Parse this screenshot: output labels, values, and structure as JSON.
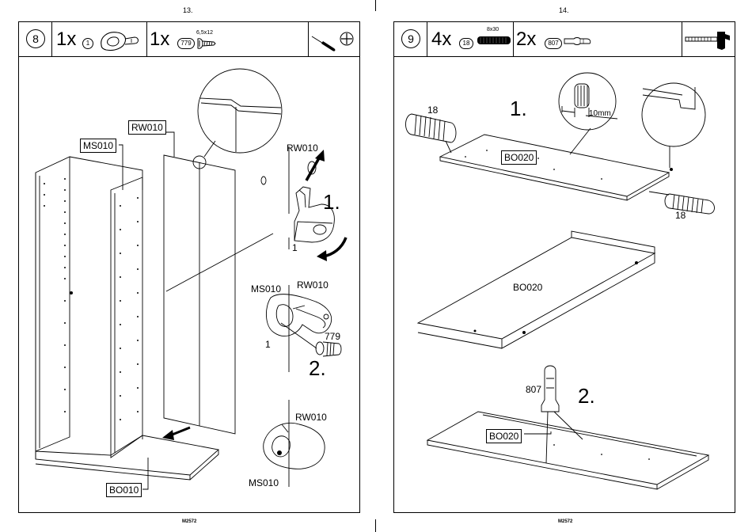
{
  "pages": [
    {
      "page_number": "13.",
      "footer": "M2572",
      "step": "8",
      "parts": [
        {
          "qty": "1x",
          "id": "1",
          "size": ""
        },
        {
          "qty": "1x",
          "id": "779",
          "size": "6,5x12"
        }
      ],
      "tools": [
        "screwdriver-icon",
        "crosshead-icon"
      ],
      "labels": {
        "rw010_box": "RW010",
        "ms010_box": "MS010",
        "bo010_box": "BO010",
        "rw010_top": "RW010",
        "step1": "1.",
        "part1_a": "1",
        "ms010_mid": "MS010",
        "rw010_mid": "RW010",
        "part1_b": "1",
        "part779": "779",
        "step2": "2.",
        "rw010_bot": "RW010",
        "ms010_bot": "MS010"
      }
    },
    {
      "page_number": "14.",
      "footer": "M2572",
      "step": "9",
      "parts": [
        {
          "qty": "4x",
          "id": "18",
          "size": "8x30"
        },
        {
          "qty": "2x",
          "id": "807",
          "size": ""
        }
      ],
      "tools": [
        "hammer-icon"
      ],
      "labels": {
        "dowel_a": "18",
        "step1": "1.",
        "measure": "10mm",
        "bo020_box_top": "BO020",
        "dowel_b": "18",
        "bo020_mid": "BO020",
        "part807": "807",
        "step2": "2.",
        "bo020_box_bot": "BO020"
      }
    }
  ]
}
